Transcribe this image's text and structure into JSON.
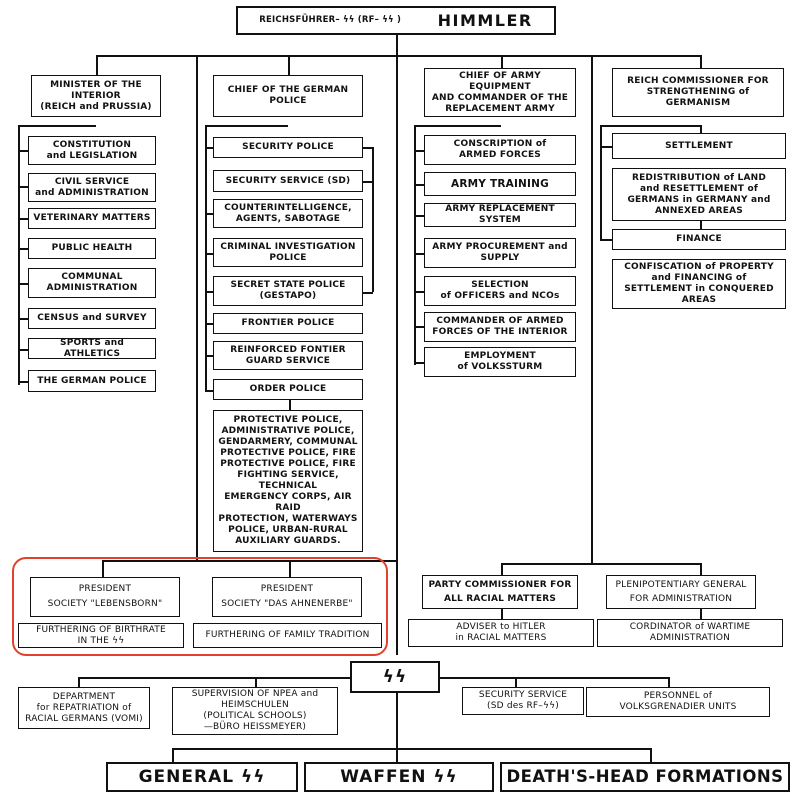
{
  "top": {
    "title_small": "REICHSFÜHRER– ϟϟ (RF– ϟϟ )",
    "title_big": "HIMMLER"
  },
  "col1": {
    "header": "MINISTER OF THE INTERIOR\n(REICH and PRUSSIA)",
    "items": [
      "CONSTITUTION\nand LEGISLATION",
      "CIVIL SERVICE\nand ADMINISTRATION",
      "VETERINARY MATTERS",
      "PUBLIC HEALTH",
      "COMMUNAL\nADMINISTRATION",
      "CENSUS and SURVEY",
      "SPORTS and ATHLETICS",
      "THE GERMAN POLICE"
    ]
  },
  "col2": {
    "header": "CHIEF OF THE GERMAN\nPOLICE",
    "items": [
      "SECURITY POLICE",
      "SECURITY SERVICE (SD)",
      "COUNTERINTELLIGENCE,\nAGENTS, SABOTAGE",
      "CRIMINAL INVESTIGATION\nPOLICE",
      "SECRET STATE POLICE\n(GESTAPO)",
      "FRONTIER POLICE",
      "REINFORCED FONTIER\nGUARD SERVICE",
      "ORDER POLICE"
    ],
    "order_detail": "PROTECTIVE POLICE,\nADMINISTRATIVE POLICE,\nGENDARMERY, COMMUNAL\nPROTECTIVE POLICE, FIRE\nPROTECTIVE POLICE, FIRE\nFIGHTING SERVICE, TECHNICAL\nEMERGENCY CORPS, AIR RAID\nPROTECTION, WATERWAYS\nPOLICE, URBAN-RURAL\nAUXILIARY GUARDS."
  },
  "col3": {
    "header": "CHIEF OF ARMY EQUIPMENT\nAND COMMANDER OF THE\nREPLACEMENT ARMY",
    "items": [
      "CONSCRIPTION of\nARMED FORCES",
      "ARMY TRAINING",
      "ARMY REPLACEMENT SYSTEM",
      "ARMY PROCUREMENT and\nSUPPLY",
      "SELECTION\nof OFFICERS and NCOs",
      "COMMANDER OF ARMED\nFORCES OF THE INTERIOR",
      "EMPLOYMENT\nof VOLKSSTURM"
    ]
  },
  "col4": {
    "header": "REICH COMMISSIONER FOR\nSTRENGTHENING of\nGERMANISM",
    "items": [
      "SETTLEMENT",
      "REDISTRIBUTION of LAND\nand RESETTLEMENT of\nGERMANS in GERMANY and\nANNEXED AREAS",
      "FINANCE",
      "CONFISCATION of PROPERTY\nand FINANCING of\nSETTLEMENT in CONQUERED\nAREAS"
    ]
  },
  "societies": {
    "lebensborn": "PRESIDENT\nSOCIETY \"LEBENSBORN\"",
    "ahnenerbe": "PRESIDENT\nSOCIETY \"DAS AHNENERBE\"",
    "birthrate": "FURTHERING OF BIRTHRATE\nIN THE ϟϟ",
    "tradition": "FURTHERING OF FAMILY TRADITION"
  },
  "racial": {
    "party": "PARTY COMMISSIONER FOR\nALL RACIAL MATTERS",
    "adviser": "ADVISER to HITLER\nin RACIAL MATTERS",
    "plenipotentiary": "PLENIPOTENTIARY GENERAL\nFOR ADMINISTRATION",
    "coordinator": "CORDINATOR of WARTIME\nADMINISTRATION"
  },
  "ss": {
    "symbol": "ϟϟ",
    "repatriation": "DEPARTMENT\nfor REPATRIATION of\nRACIAL GERMANS (VOMI)",
    "npea": "SUPERVISION OF NPEA and\nHEIMSCHULEN\n(POLITICAL SCHOOLS)\n—BÜRO HEISSMEYER)",
    "sd": "SECURITY SERVICE\n(SD des RF–ϟϟ)",
    "personnel": "PERSONNEL of\nVOLKSGRENADIER UNITS"
  },
  "bottom": [
    "GENERAL ϟϟ",
    "WAFFEN ϟϟ",
    "DEATH'S-HEAD FORMATIONS"
  ],
  "colors": {
    "highlight": "#e0412c",
    "ink": "#111111"
  }
}
